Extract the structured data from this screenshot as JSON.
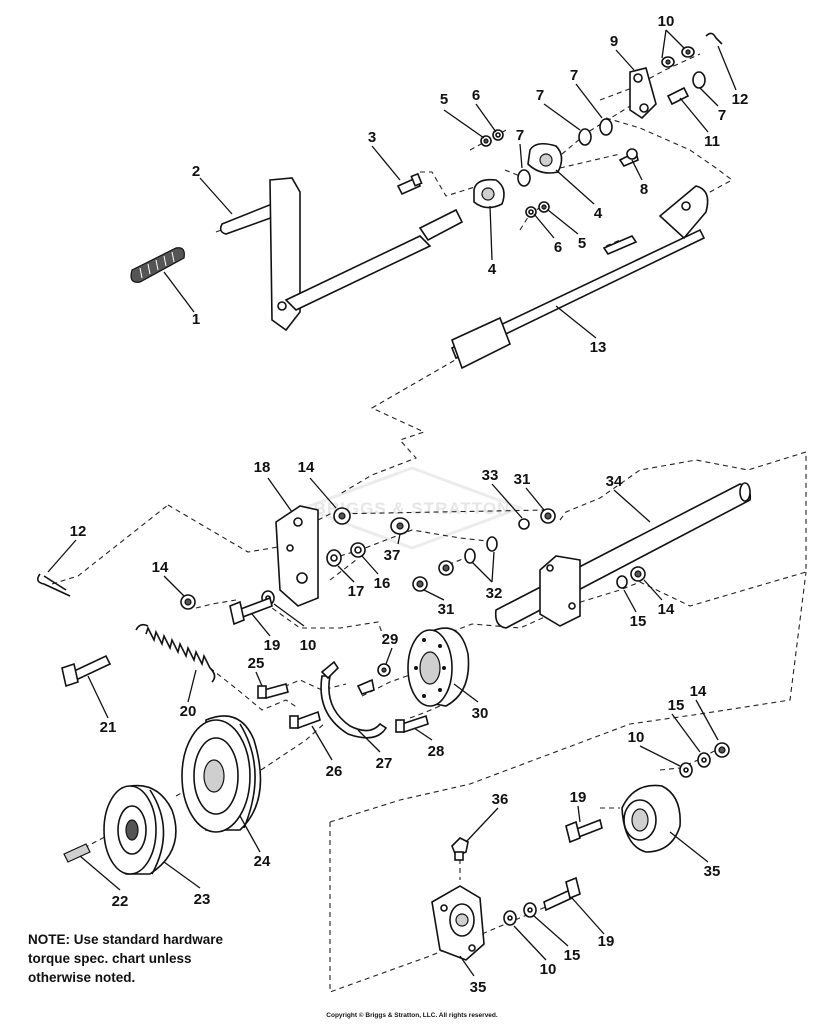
{
  "diagram": {
    "watermark_text": "BRIGGS & STRATTON",
    "note_lines": [
      "NOTE: Use standard hardware",
      "torque spec. chart unless",
      "otherwise noted."
    ],
    "copyright": "Copyright © Briggs & Stratton, LLC. All rights reserved.",
    "callouts": [
      "1",
      "2",
      "3",
      "4",
      "4",
      "5",
      "5",
      "6",
      "6",
      "7",
      "7",
      "7",
      "7",
      "8",
      "9",
      "10",
      "10",
      "10",
      "10",
      "11",
      "12",
      "12",
      "13",
      "14",
      "14",
      "14",
      "14",
      "15",
      "15",
      "15",
      "16",
      "17",
      "18",
      "19",
      "19",
      "19",
      "20",
      "21",
      "22",
      "23",
      "24",
      "25",
      "26",
      "27",
      "28",
      "29",
      "30",
      "31",
      "31",
      "32",
      "33",
      "34",
      "35",
      "35",
      "36",
      "37"
    ]
  }
}
